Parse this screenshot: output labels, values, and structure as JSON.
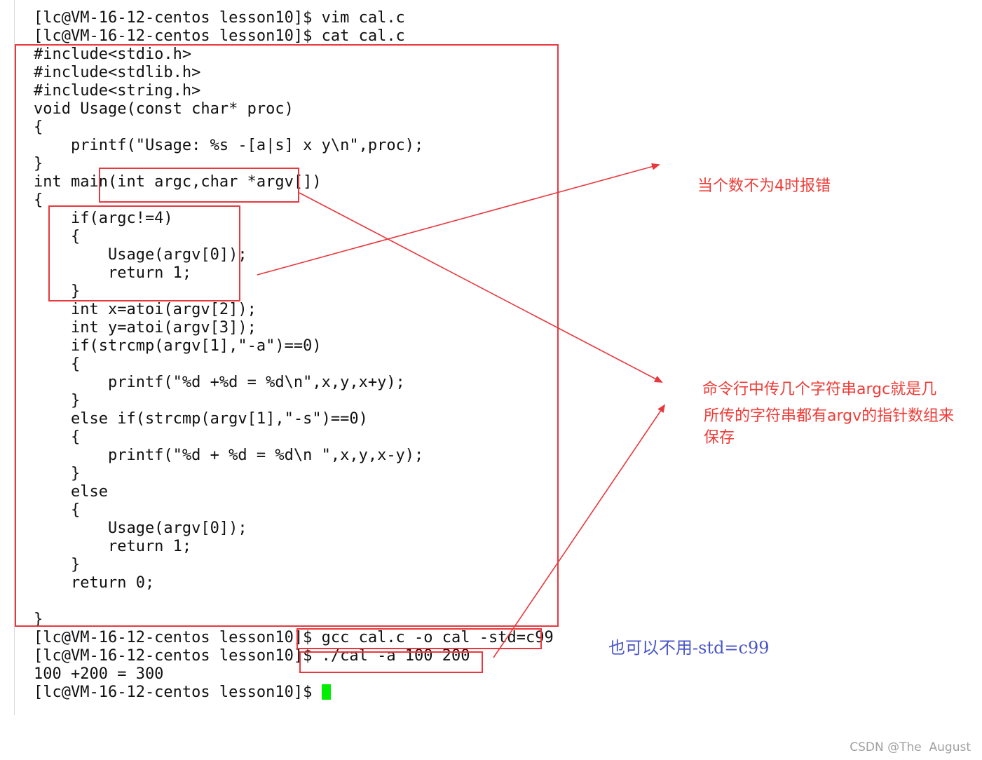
{
  "terminal": {
    "lines": [
      "[lc@VM-16-12-centos lesson10]$ vim cal.c",
      "[lc@VM-16-12-centos lesson10]$ cat cal.c",
      "#include<stdio.h>",
      "#include<stdlib.h>",
      "#include<string.h>",
      "void Usage(const char* proc)",
      "{",
      "    printf(\"Usage: %s -[a|s] x y\\n\",proc);",
      "}",
      "int main(int argc,char *argv[])",
      "{",
      "    if(argc!=4)",
      "    {",
      "        Usage(argv[0]);",
      "        return 1;",
      "    }",
      "    int x=atoi(argv[2]);",
      "    int y=atoi(argv[3]);",
      "    if(strcmp(argv[1],\"-a\")==0)",
      "    {",
      "        printf(\"%d +%d = %d\\n\",x,y,x+y);",
      "    }",
      "    else if(strcmp(argv[1],\"-s\")==0)",
      "    {",
      "        printf(\"%d + %d = %d\\n \",x,y,x-y);",
      "    }",
      "    else",
      "    {",
      "        Usage(argv[0]);",
      "        return 1;",
      "    }",
      "    return 0;",
      "",
      "}",
      "[lc@VM-16-12-centos lesson10]$ gcc cal.c -o cal -std=c99",
      "[lc@VM-16-12-centos lesson10]$ ./cal -a 100 200",
      "100 +200 = 300",
      "[lc@VM-16-12-centos lesson10]$ "
    ],
    "cursor_color": "#00ee00"
  },
  "annotations": {
    "note_argc": "当个数不为4时报错",
    "note_argv_line1": "命令行中传几个字符串argc就是几",
    "note_argv_line2": "所传的字符串都有argv的指针数组来",
    "note_argv_line3": "保存",
    "note_std": "也可以不用-std=c99",
    "annotation_color": "#e8383d",
    "note_std_color": "#4a56c8"
  },
  "watermark": "CSDN @The  August"
}
